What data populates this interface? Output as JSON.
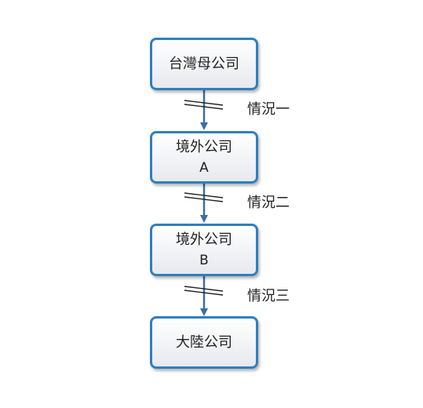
{
  "nodes": [
    {
      "line1": "台灣母公司",
      "line2": ""
    },
    {
      "line1": "境外公司",
      "line2": "A"
    },
    {
      "line1": "境外公司",
      "line2": "B"
    },
    {
      "line1": "大陸公司",
      "line2": ""
    }
  ],
  "cases": [
    "情況一",
    "情況二",
    "情況三"
  ],
  "colors": {
    "box_border": "#2f7fc1",
    "arrow": "#3a6ea8",
    "break_mark": "#222222"
  }
}
